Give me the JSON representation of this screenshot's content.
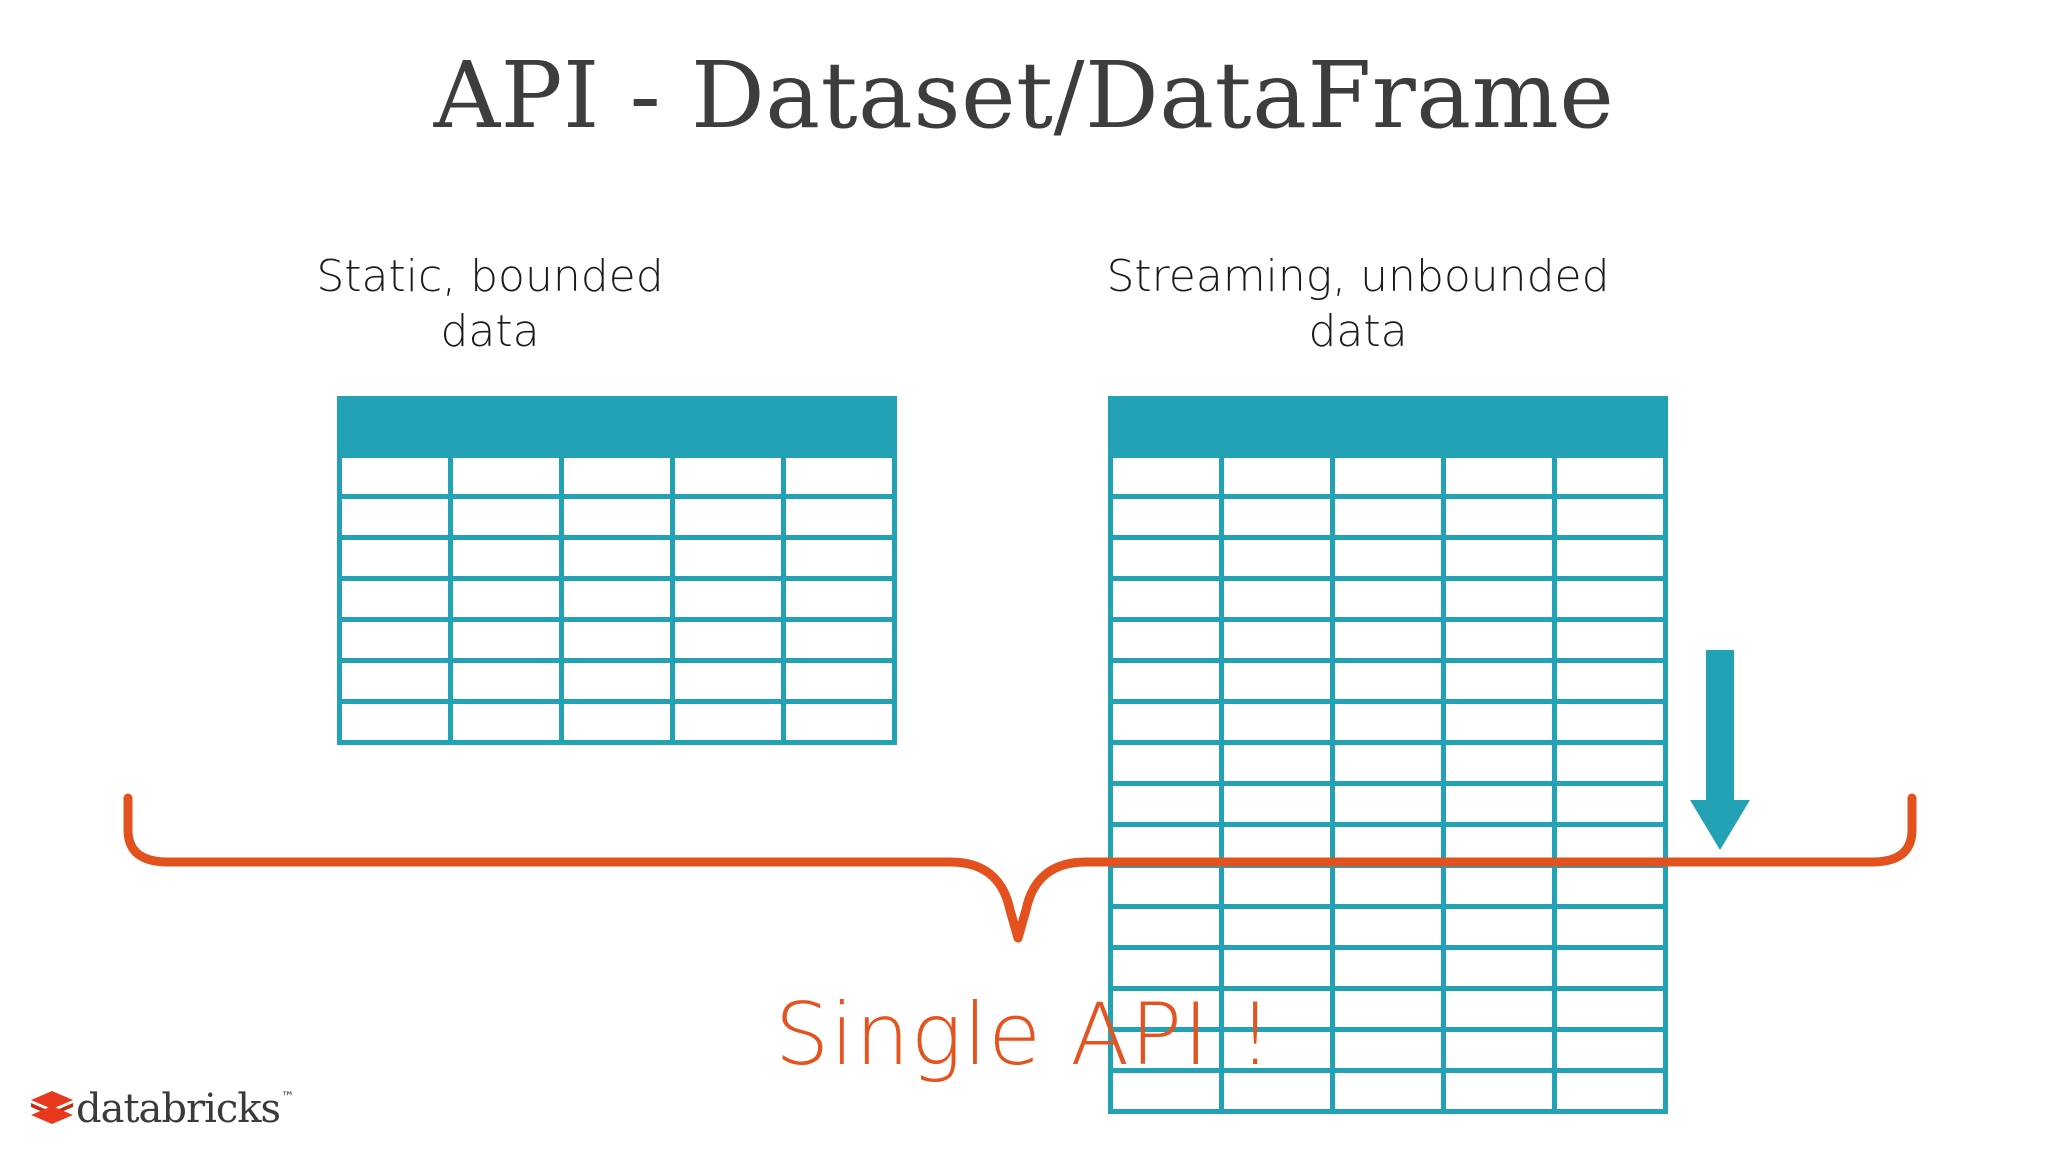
{
  "slide": {
    "title": "API - Dataset/DataFrame",
    "background_color": "#ffffff"
  },
  "colors": {
    "title_text": "#3d3d3d",
    "caption_text": "#1b1b1b",
    "table_teal": "#22a2b4",
    "table_cell": "#ffffff",
    "arrow_teal": "#22a2b4",
    "brace_orange": "#e2511e",
    "callout_orange": "#e35420",
    "logo_red": "#e8391f"
  },
  "columns": [
    {
      "id": "static",
      "caption_line_1": "Static, bounded",
      "caption_line_2": "data",
      "table": {
        "rows": 7,
        "cols": 5,
        "header_filled": true,
        "bleeds_off_slide": false
      }
    },
    {
      "id": "streaming",
      "caption_line_1": "Streaming, unbounded",
      "caption_line_2": "data",
      "table": {
        "rows": 16,
        "cols": 5,
        "header_filled": true,
        "bleeds_off_slide": true
      }
    }
  ],
  "arrow": {
    "name": "streaming-growth-arrow",
    "direction": "down",
    "color": "#22a2b4"
  },
  "brace": {
    "name": "unifying-brace",
    "color": "#e2511e",
    "spans": [
      "static",
      "streaming"
    ]
  },
  "callout": {
    "text": "Single API !"
  },
  "logo": {
    "wordmark": "databricks",
    "trademark": "™"
  }
}
